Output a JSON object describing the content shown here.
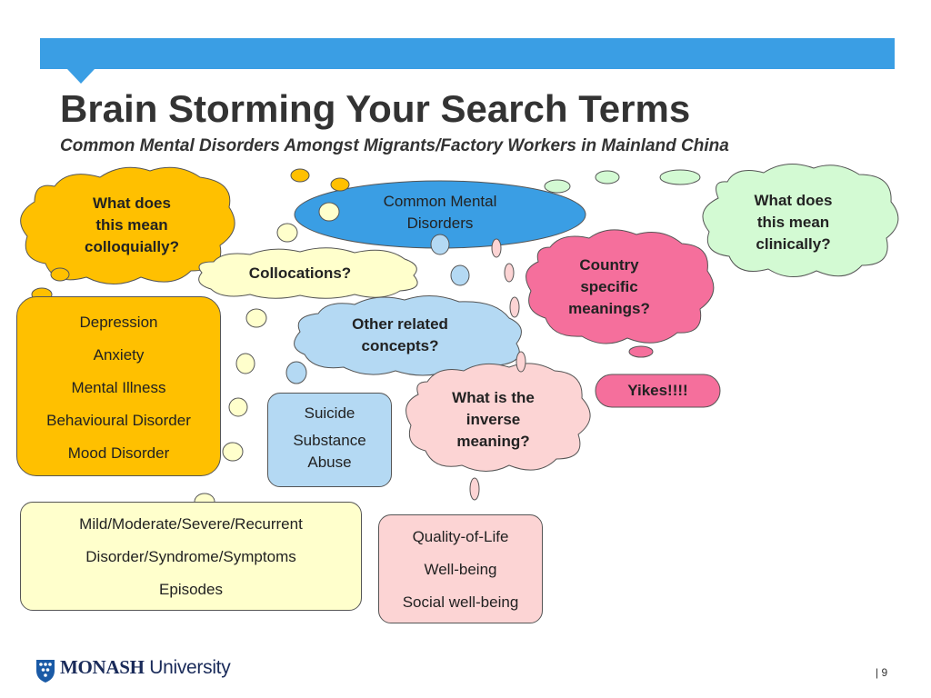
{
  "colors": {
    "banner": "#3a9ee4",
    "orange": "#ffc000",
    "blue_ellipse": "#3a9ee4",
    "light_green": "#d3fad3",
    "pink": "#f56f9c",
    "light_blue": "#b4d9f3",
    "light_pink": "#fcd4d4",
    "light_yellow": "#ffffcc"
  },
  "title": "Brain Storming Your Search Terms",
  "subtitle": "Common Mental Disorders Amongst Migrants/Factory Workers in Mainland China",
  "central": {
    "lines": [
      "Common Mental",
      "Disorders"
    ]
  },
  "clouds": {
    "colloquial": [
      "What does",
      "this mean",
      "colloquially?"
    ],
    "clinical": [
      "What does",
      "this mean",
      "clinically?"
    ],
    "collocations": [
      "Collocations?"
    ],
    "country": [
      "Country",
      "specific",
      "meanings?"
    ],
    "related": [
      "Other related",
      "concepts?"
    ],
    "inverse": [
      "What is the",
      "inverse",
      "meaning?"
    ],
    "yikes": [
      "Yikes!!!!"
    ]
  },
  "boxes": {
    "disorders": [
      "Depression",
      "Anxiety",
      "Mental Illness",
      "Behavioural Disorder",
      "Mood Disorder"
    ],
    "suicide": [
      "Suicide",
      "Substance Abuse"
    ],
    "severity": [
      "Mild/Moderate/Severe/Recurrent",
      "Disorder/Syndrome/Symptoms",
      "Episodes"
    ],
    "quality": [
      "Quality-of-Life",
      "Well-being",
      "Social well-being"
    ]
  },
  "footer": {
    "logo_strong": "MONASH",
    "logo_light": " University",
    "page": "| 9"
  }
}
